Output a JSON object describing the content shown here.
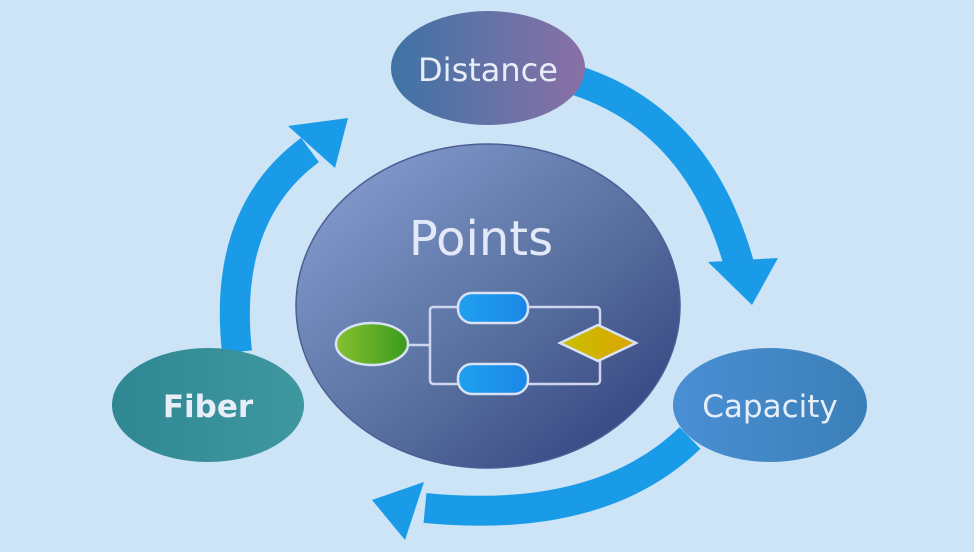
{
  "diagram": {
    "type": "cycle",
    "center": {
      "label": "Points"
    },
    "nodes": [
      {
        "id": "distance",
        "label": "Distance"
      },
      {
        "id": "capacity",
        "label": "Capacity"
      },
      {
        "id": "fiber",
        "label": "Fiber"
      }
    ],
    "cycle_order": [
      "distance",
      "capacity",
      "fiber",
      "distance"
    ],
    "center_icon": "flowchart-icon",
    "colors": {
      "background": "#cde3f6",
      "arrow": "#1a9be8",
      "distance_from": "#3f73a6",
      "distance_to": "#8a70a6",
      "capacity_from": "#4a8fd4",
      "capacity_to": "#3b7fb8",
      "fiber_from": "#2f8793",
      "fiber_to": "#3f97a0",
      "center_from": "#7f97cc",
      "center_to": "#30407e",
      "flow_start": "#7cbf2a",
      "flow_process": "#1e95ea",
      "flow_decision": "#d6b100",
      "text": "#e8eef8"
    }
  }
}
